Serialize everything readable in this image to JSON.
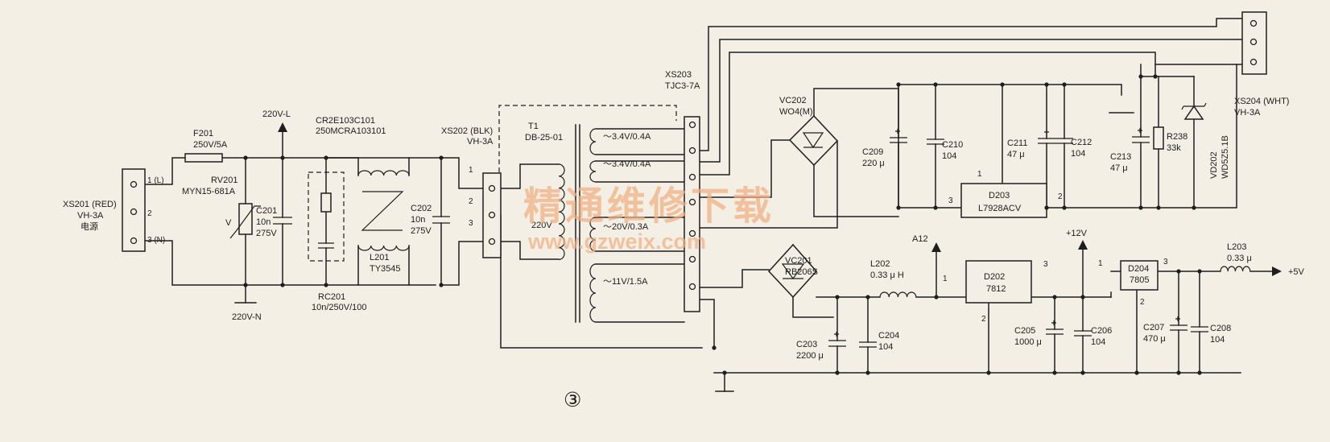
{
  "labels": {
    "xs201": [
      "XS201 (RED)",
      "VH-3A",
      "电源"
    ],
    "xs201_pins": [
      "1 (L)",
      "2",
      "3 (N)"
    ],
    "f201": [
      "F201",
      "250V/5A"
    ],
    "rv201": [
      "RV201",
      "MYN15-681A"
    ],
    "rv201_v": "V",
    "c201": [
      "C201",
      "10n",
      "275V"
    ],
    "l_220": "220V-L",
    "n_220": "220V-N",
    "cr2": [
      "CR2E103C101",
      "250MCRA103101"
    ],
    "rc201": [
      "RC201",
      "10n/250V/100"
    ],
    "l201": [
      "L201",
      "TY3545"
    ],
    "c202": [
      "C202",
      "10n",
      "275V"
    ],
    "xs202": [
      "XS202 (BLK)",
      "VH-3A"
    ],
    "xs202_pins": [
      "1",
      "2",
      "3"
    ],
    "t1": [
      "T1",
      "DB-25-01"
    ],
    "t1_primary": "220V",
    "windings": [
      "～3.4V/0.4A",
      "～3.4V/0.4A",
      "～20V/0.3A",
      "～11V/1.5A"
    ],
    "xs203": [
      "XS203",
      "TJC3-7A"
    ],
    "vc202": [
      "VC202",
      "WO4(M)"
    ],
    "c209": [
      "C209",
      "220 μ"
    ],
    "c210": [
      "C210",
      "104"
    ],
    "d203": "D203",
    "d203_part": "L7928ACV",
    "d203_pins": [
      "1",
      "2",
      "3"
    ],
    "c211": [
      "C211",
      "47 μ"
    ],
    "c212": [
      "C212",
      "104"
    ],
    "c213": [
      "C213",
      "47 μ"
    ],
    "r238": [
      "R238",
      "33k"
    ],
    "vd202": [
      "VD202",
      "WD5Z5.1B"
    ],
    "xs204": [
      "XS204 (WHT)",
      "VH-3A"
    ],
    "vc201": [
      "VC201",
      "RB206S"
    ],
    "c203": [
      "C203",
      "2200 μ"
    ],
    "c204": [
      "C204",
      "104"
    ],
    "l202": [
      "L202",
      "0.33 μ H"
    ],
    "a12": "A12",
    "d202": "D202",
    "d202_part": "7812",
    "d202_pins": [
      "1",
      "2",
      "3"
    ],
    "plus12": "+12V",
    "c205": [
      "C205",
      "1000 μ"
    ],
    "c206": [
      "C206",
      "104"
    ],
    "d204": "D204",
    "d204_part": "7805",
    "d204_pins": [
      "1",
      "2",
      "3"
    ],
    "c207": [
      "C207",
      "470 μ"
    ],
    "c208": [
      "C208",
      "104"
    ],
    "l203": [
      "L203",
      "0.33 μ"
    ],
    "plus5": "+5V",
    "figure": "③"
  },
  "watermark": {
    "text_cn": "精通维修下载",
    "url": "www.gzweix.com",
    "color": "#f1b084"
  },
  "colors": {
    "ink": "#1e1e1e",
    "paper": "#f3efe4"
  }
}
